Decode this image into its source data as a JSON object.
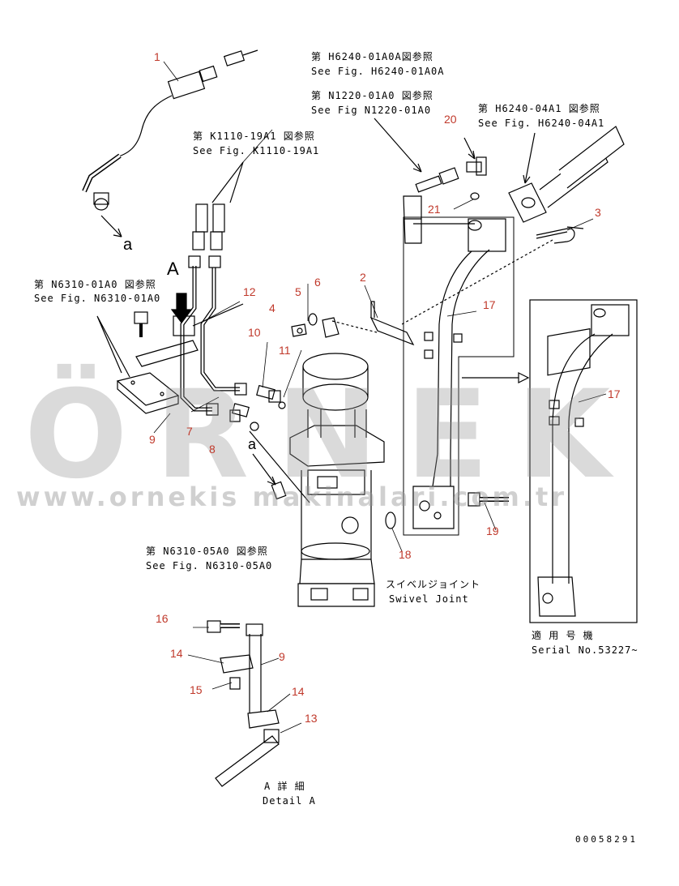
{
  "references": {
    "ref_h6240_01a0a_jp": "第 H6240-01A0A図参照",
    "ref_h6240_01a0a_en": "See Fig. H6240-01A0A",
    "ref_n1220_jp": "第 N1220-01A0 図参照",
    "ref_n1220_en": "See Fig N1220-01A0",
    "ref_h6240_04a1_jp": "第 H6240-04A1 図参照",
    "ref_h6240_04a1_en": "See Fig. H6240-04A1",
    "ref_k1110_jp": "第 K1110-19A1 図参照",
    "ref_k1110_en": "See Fig. K1110-19A1",
    "ref_n6310_01a0_jp": "第 N6310-01A0 図参照",
    "ref_n6310_01a0_en": "See Fig. N6310-01A0",
    "ref_n6310_05a0_jp": "第 N6310-05A0 図参照",
    "ref_n6310_05a0_en": "See Fig. N6310-05A0"
  },
  "labels": {
    "swivel_jp": "スイベルジョイント",
    "swivel_en": "Swivel Joint",
    "serial_jp": "適 用 号 機",
    "serial_en": "Serial No.53227~",
    "detail_jp": "A 詳 細",
    "detail_en": "Detail A",
    "letter_a_top": "a",
    "letter_a_mid": "a",
    "letter_A": "A",
    "doc_number": "00058291"
  },
  "part_numbers": {
    "p1": "1",
    "p2": "2",
    "p3": "3",
    "p4": "4",
    "p5": "5",
    "p6": "6",
    "p7": "7",
    "p8": "8",
    "p9a": "9",
    "p9b": "9",
    "p10": "10",
    "p11": "11",
    "p12": "12",
    "p13": "13",
    "p14a": "14",
    "p14b": "14",
    "p15": "15",
    "p16": "16",
    "p17a": "17",
    "p17b": "17",
    "p18": "18",
    "p19": "19",
    "p20": "20",
    "p21": "21"
  },
  "watermark": {
    "brand": "ÖRNEK",
    "url": "www.ornekis makinalari.com.tr"
  },
  "colors": {
    "line": "#000000",
    "part_number": "#c0392b",
    "watermark": "#9a9a9a"
  }
}
